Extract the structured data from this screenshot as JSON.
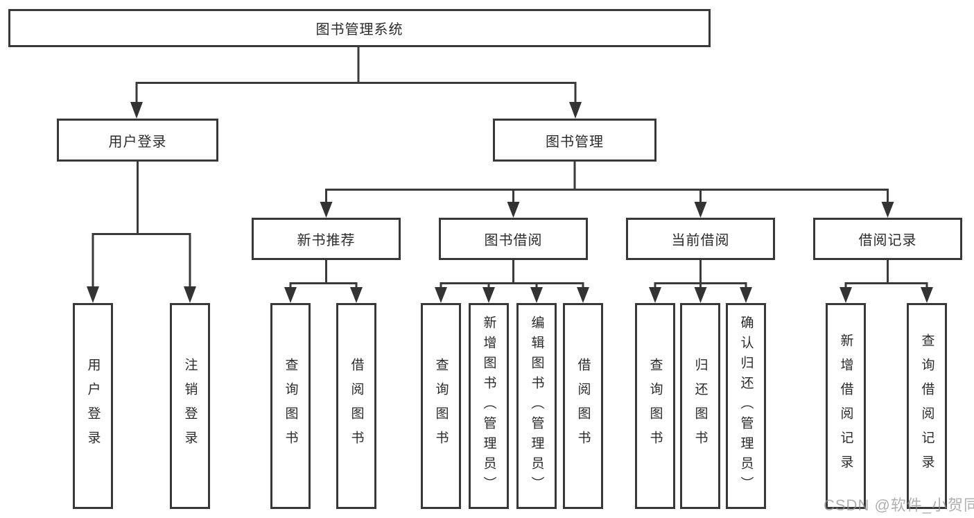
{
  "diagram": {
    "root": "图书管理系统",
    "branches": {
      "user_login": {
        "label": "用户登录",
        "children": [
          {
            "label": "用户登录"
          },
          {
            "label": "注销登录"
          }
        ]
      },
      "book_mgmt": {
        "label": "图书管理",
        "children": [
          {
            "label": "新书推荐",
            "children": [
              {
                "label": "查询图书"
              },
              {
                "label": "借阅图书"
              }
            ]
          },
          {
            "label": "图书借阅",
            "children": [
              {
                "label": "查询图书"
              },
              {
                "label": "新增图书（管理员）"
              },
              {
                "label": "编辑图书（管理员）"
              },
              {
                "label": "借阅图书"
              }
            ]
          },
          {
            "label": "当前借阅",
            "children": [
              {
                "label": "查询图书"
              },
              {
                "label": "归还图书"
              },
              {
                "label": "确认归还（管理员）"
              }
            ]
          },
          {
            "label": "借阅记录",
            "children": [
              {
                "label": "新增借阅记录"
              },
              {
                "label": "查询借阅记录"
              }
            ]
          }
        ]
      }
    }
  },
  "watermark": "CSDN @软件_小贺同学",
  "colors": {
    "line": "#3a3a3a",
    "border": "#383838",
    "text": "#2b2b2b",
    "background": "#ffffff",
    "watermark_gray": "#919191"
  }
}
